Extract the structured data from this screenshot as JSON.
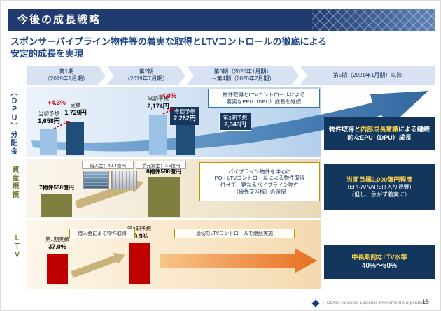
{
  "header": {
    "title": "今後の成長戦略"
  },
  "subtitle": {
    "line1": "スポンサーパイプライン物件等の着実な取得とLTVコントロールの徹底による",
    "line2": "安定的成長を実現"
  },
  "timeline": [
    {
      "line1": "第1期",
      "line2": "（2019年1月期）"
    },
    {
      "line1": "第2期",
      "line2": "（2019年7月期）"
    },
    {
      "line1": "第3期（2020年1月期）",
      "line2": "～第4期（2020年7月期）"
    },
    {
      "line1": "第5期（2021年1月期）以降",
      "line2": ""
    }
  ],
  "dpu": {
    "row_label": "（ＤＰＵ）分配金",
    "bars": [
      {
        "label": "当初予想",
        "value": "1,658円"
      },
      {
        "label": "実績",
        "value": "1,729円"
      },
      {
        "label": "当初予想",
        "value": "2,174円"
      },
      {
        "label": "今回予想",
        "value": "2,262円"
      },
      {
        "label": "第3期予想",
        "value": "2,343円"
      }
    ],
    "growth1": "+4.3%",
    "growth2": "+4.0%",
    "annotation_line1": "物件取得とLTVコントロールによる",
    "annotation_line2": "着実なEPU（DPU）成長を継続",
    "goal_part1": "物件取得と",
    "goal_part2": "内部成長意識",
    "goal_part3": "による継続的なEPU（DPU）成長"
  },
  "asset": {
    "row_label": "資産規模",
    "funding1": "借入金：42.4億円",
    "funding2": "手元資金：7.5億円",
    "bar_left": "7物件538億円",
    "bar_right": "8物件588億円",
    "annotation_line1": "パイプライン物件を中心に",
    "annotation_line2": "PO＋LTVコントロールによる物件取得",
    "annotation_line3": "併せて、更なるパイプライン物件",
    "annotation_line4": "（優先交渉権）の確保",
    "goal_line1": "当面目標2,000億円程度",
    "goal_line2": "（EPRA/NAREIT入り視野）",
    "goal_line3": "（但し、急がず着実に）"
  },
  "ltv": {
    "row_label": "ＬＴＶ",
    "note1": "借入金による物件取得",
    "note2": "適切なLTVコントロールを継続実施",
    "bar1_label": "第1期実績",
    "bar1_value": "37.0%",
    "bar2_label": "第2期予想",
    "bar2_value": "39.9%",
    "goal_line1": "中長期的なLTV水準",
    "goal_line2": "40%～50%"
  },
  "footer": {
    "company": "ITOCHU Advance Logistics Investment Corporation",
    "page": "15"
  },
  "chart_data": [
    {
      "type": "bar",
      "title": "分配金（DPU）",
      "categories": [
        "第1期 当初予想",
        "第1期 実績",
        "第2期 当初予想",
        "第2期 今回予想",
        "第3期予想"
      ],
      "values": [
        1658,
        1729,
        2174,
        2262,
        2343
      ],
      "unit": "円",
      "annotations": [
        "+4.3%",
        "+4.0%"
      ]
    },
    {
      "type": "bar",
      "title": "資産規模",
      "categories": [
        "第1期（7物件）",
        "第2期（8物件）"
      ],
      "values": [
        538,
        588
      ],
      "unit": "億円"
    },
    {
      "type": "bar",
      "title": "LTV",
      "categories": [
        "第1期実績",
        "第2期予想"
      ],
      "values": [
        37.0,
        39.9
      ],
      "unit": "%",
      "target_range": "40%～50%"
    }
  ]
}
